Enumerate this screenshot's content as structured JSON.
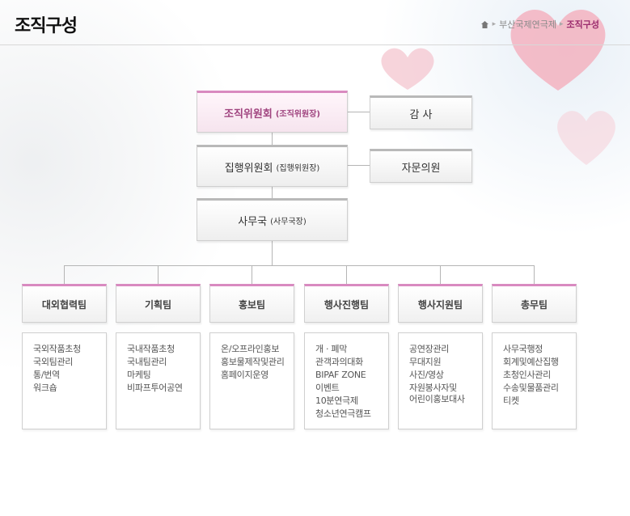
{
  "header": {
    "title": "조직구성",
    "breadcrumb": [
      "부산국제연극제",
      "조직구성"
    ]
  },
  "top": {
    "committee": {
      "name": "조직위원회",
      "sub": "(조직위원장)"
    },
    "audit": "감 사",
    "executive": {
      "name": "집행위원회",
      "sub": "(집행위원장)"
    },
    "advisory": "자문의원",
    "secretariat": {
      "name": "사무국",
      "sub": "(사무국장)"
    }
  },
  "teams": [
    {
      "name": "대외협력팀",
      "duties": [
        "국외작품초청",
        "국외팀관리",
        "통/번역",
        "워크숍"
      ]
    },
    {
      "name": "기획팀",
      "duties": [
        "국내작품초청",
        "국내팀관리",
        "마케팅",
        "비파프투어공연"
      ]
    },
    {
      "name": "홍보팀",
      "duties": [
        "온/오프라인홍보",
        "홍보물제작및관리",
        "홈페이지운영"
      ]
    },
    {
      "name": "행사진행팀",
      "duties": [
        "개 · 폐막",
        "관객과의대화",
        "BIPAF ZONE",
        "이벤트",
        "10분연극제",
        "청소년연극캠프"
      ]
    },
    {
      "name": "행사지원팀",
      "duties": [
        "공연장관리",
        "무대지원",
        "사진/영상",
        "자원봉사자및",
        "어린이홍보대사"
      ]
    },
    {
      "name": "총무팀",
      "duties": [
        "사무국행정",
        "회계및예산집행",
        "초청인사관리",
        "수송및물품관리",
        "티켓"
      ]
    }
  ]
}
